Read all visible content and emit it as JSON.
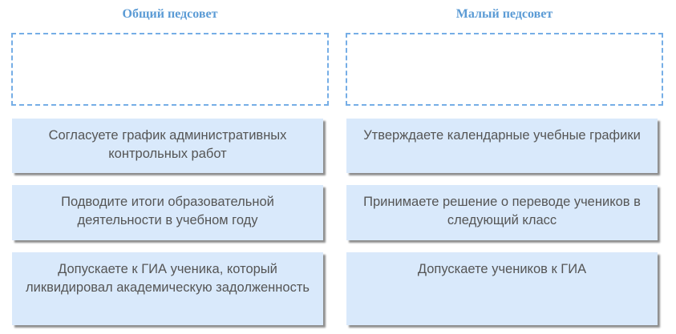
{
  "columns": [
    {
      "title": "Общий педсовет",
      "cards": [
        "Согласуете график административных контрольных работ",
        "Подводите итоги образовательной деятельности в учебном году",
        "Допускаете к ГИА ученика, который ликвидировал академическую задолженность"
      ]
    },
    {
      "title": "Малый педсовет",
      "cards": [
        "Утверждаете календарные учебные графики",
        "Принимаете решение о переводе учеников в следующий класс",
        "Допускаете учеников к ГИА"
      ]
    }
  ],
  "colors": {
    "title": "#5b9bd5",
    "dropzone_border": "#76aee6",
    "card_bg": "#d9e9fb",
    "card_text": "#555555"
  }
}
